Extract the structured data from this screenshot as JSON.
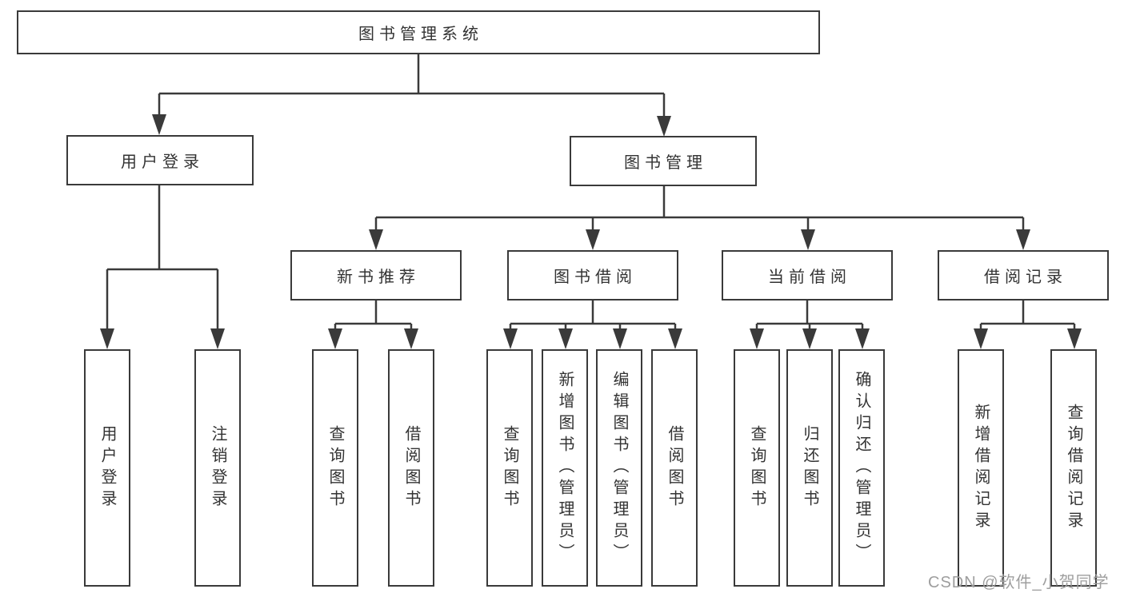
{
  "diagram": {
    "title": "图书管理系统",
    "root": {
      "label": "图书管理系统"
    },
    "level2": [
      {
        "label": "用户登录"
      },
      {
        "label": "图书管理"
      }
    ],
    "level3": [
      {
        "label": "新书推荐"
      },
      {
        "label": "图书借阅"
      },
      {
        "label": "当前借阅"
      },
      {
        "label": "借阅记录"
      }
    ],
    "leaves": {
      "user": [
        "用户登录",
        "注销登录"
      ],
      "newbook": [
        "查询图书",
        "借阅图书"
      ],
      "borrow": [
        "查询图书",
        "新增图书（管理员）",
        "编辑图书（管理员）",
        "借阅图书"
      ],
      "current": [
        "查询图书",
        "归还图书",
        "确认归还（管理员）"
      ],
      "records": [
        "新增借阅记录",
        "查询借阅记录"
      ]
    }
  },
  "watermark": {
    "text": "CSDN @软件_小贺同学"
  },
  "colors": {
    "line": "#3a3a3a",
    "text": "#333333",
    "watermark": "#9e9e9e",
    "box_bg": "#ffffff"
  }
}
